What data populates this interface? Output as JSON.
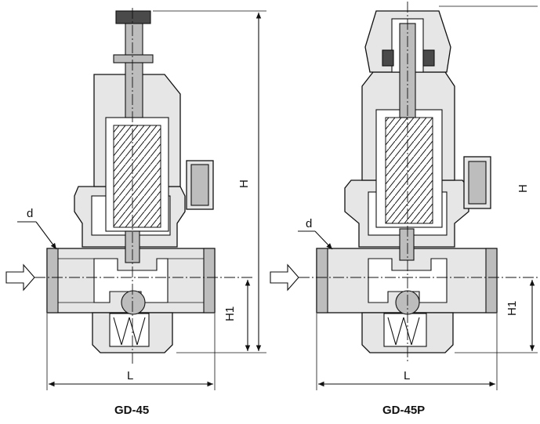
{
  "left_view": {
    "caption": "GD-45",
    "dim_overall_height": "H",
    "dim_inlet_height": "H1",
    "dim_length": "L",
    "dim_connection": "d"
  },
  "right_view": {
    "caption": "GD-45P",
    "dim_overall_height": "H",
    "dim_inlet_height": "H1",
    "dim_length": "L",
    "dim_connection": "d"
  }
}
